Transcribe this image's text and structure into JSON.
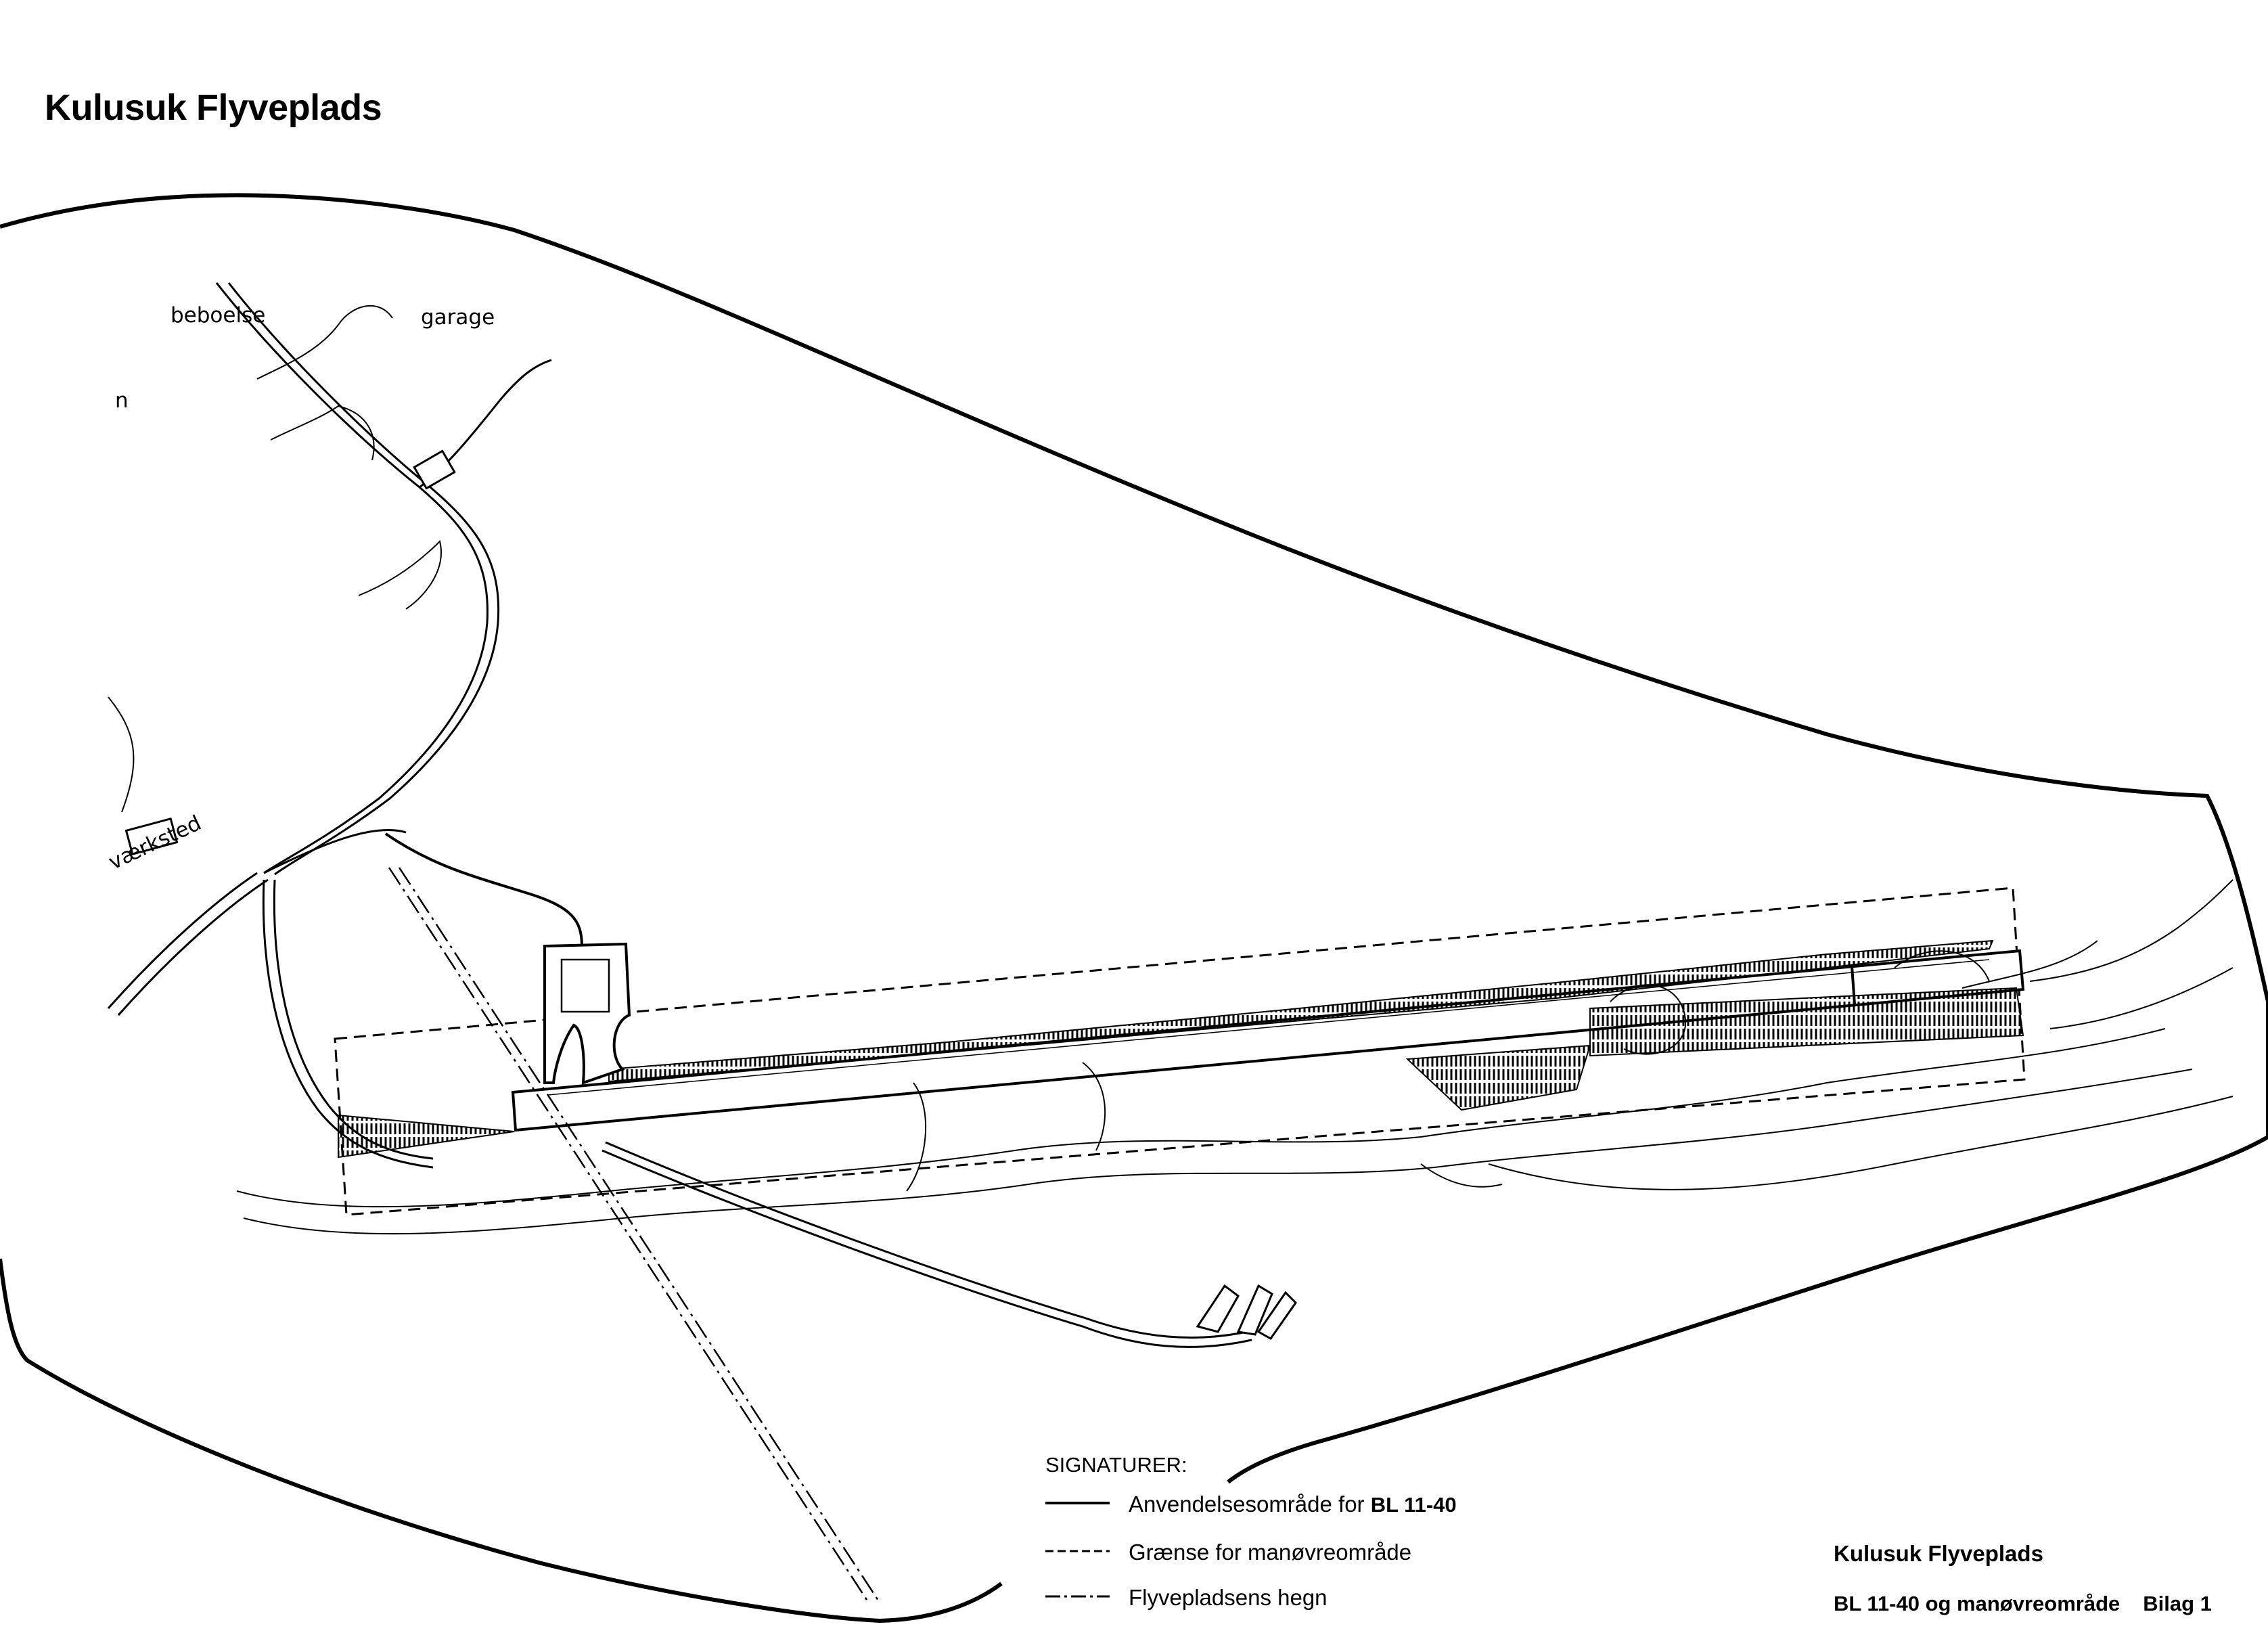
{
  "title": "Kulusuk Flyveplads",
  "labels": {
    "beboelse": "beboelse",
    "garage": "garage",
    "vaerksted": "værksted",
    "n": "n"
  },
  "legend": {
    "heading": "SIGNATURER:",
    "items": [
      {
        "text": "Anvendelsesområde for ",
        "bold": "BL 11-40",
        "style": "solid"
      },
      {
        "text": "Grænse for manøvreområde",
        "bold": "",
        "style": "dashed"
      },
      {
        "text": "Flyvepladsens hegn",
        "bold": "",
        "style": "dash-dot"
      }
    ]
  },
  "footer": {
    "title": "Kulusuk Flyveplads",
    "subtitle": "BL 11-40 og manøvreområde",
    "bilag": "Bilag 1"
  },
  "colors": {
    "ink": "#000000",
    "paper": "#ffffff"
  }
}
